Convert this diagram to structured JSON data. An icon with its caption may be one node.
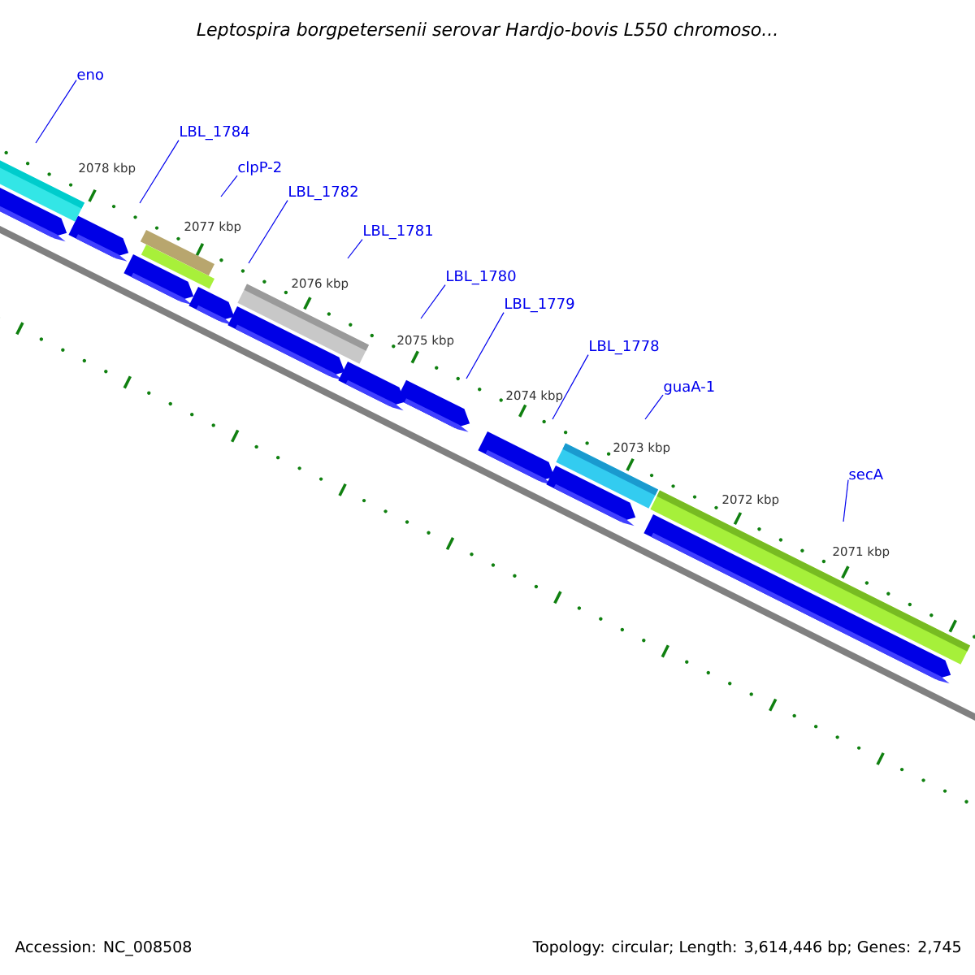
{
  "diagram": {
    "title": "Leptospira borgpetersenii serovar Hardjo-bovis L550 chromoso...",
    "nodes": [
      {
        "text": [
          "eno"
        ]
      },
      {
        "text": [
          "LBL_1784"
        ]
      },
      {
        "text": [
          "clpP-2"
        ]
      },
      {
        "text": [
          "LBL_1782"
        ]
      },
      {
        "text": [
          "LBL_1781"
        ]
      },
      {
        "text": [
          "LBL_1780"
        ]
      },
      {
        "text": [
          "LBL_1779"
        ]
      },
      {
        "text": [
          "LBL_1778"
        ]
      },
      {
        "text": [
          "guaA-1"
        ]
      },
      {
        "text": [
          "secA"
        ]
      }
    ],
    "edges": [
      {
        "from": 0,
        "to": null,
        "arrow": "none"
      },
      {
        "from": 1,
        "to": null,
        "arrow": "none"
      },
      {
        "from": 2,
        "to": null,
        "arrow": "none"
      },
      {
        "from": 3,
        "to": null,
        "arrow": "none"
      },
      {
        "from": 4,
        "to": null,
        "arrow": "none"
      },
      {
        "from": 5,
        "to": null,
        "arrow": "none"
      },
      {
        "from": 6,
        "to": null,
        "arrow": "none"
      },
      {
        "from": 7,
        "to": null,
        "arrow": "none"
      },
      {
        "from": 8,
        "to": null,
        "arrow": "none"
      },
      {
        "from": 9,
        "to": null,
        "arrow": "none"
      }
    ],
    "labels": [
      "2078 kbp",
      "2077 kbp",
      "2076 kbp",
      "2075 kbp",
      "2074 kbp",
      "2073 kbp",
      "2072 kbp",
      "2071 kbp",
      "Accession: NC_008508",
      "Topology: circular; Length: 3,614,446 bp; Genes: 2,745"
    ]
  }
}
